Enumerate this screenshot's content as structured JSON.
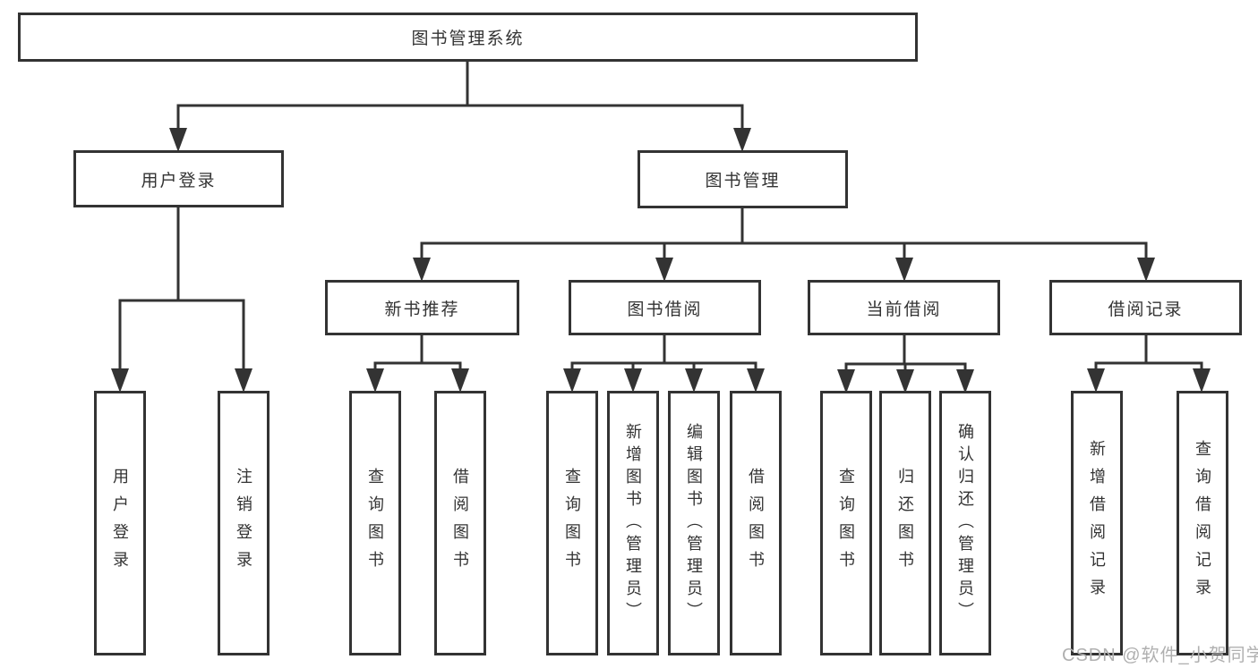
{
  "diagram": {
    "title": "图书管理系统",
    "nodes": {
      "root": "图书管理系统",
      "user_login": "用户登录",
      "book_mgmt": "图书管理",
      "new_book_rec": "新书推荐",
      "book_borrow": "图书借阅",
      "current_borrow": "当前借阅",
      "borrow_record": "借阅记录",
      "leaves": {
        "login": "用户登录",
        "logout": "注销登录",
        "nb_query": "查询图书",
        "nb_borrow": "借阅图书",
        "bb_query": "查询图书",
        "bb_add": "新增图书（管理员）",
        "bb_edit": "编辑图书（管理员）",
        "bb_borrow": "借阅图书",
        "cb_query": "查询图书",
        "cb_return": "归还图书",
        "cb_confirm": "确认归还（管理员）",
        "br_add": "新增借阅记录",
        "br_query": "查询借阅记录"
      }
    }
  },
  "watermark": "CSDN @软件_小贺同学",
  "colors": {
    "line": "#333333",
    "box_border": "#333333",
    "text": "#333333",
    "watermark": "#b0b0b0",
    "background": "#ffffff"
  }
}
